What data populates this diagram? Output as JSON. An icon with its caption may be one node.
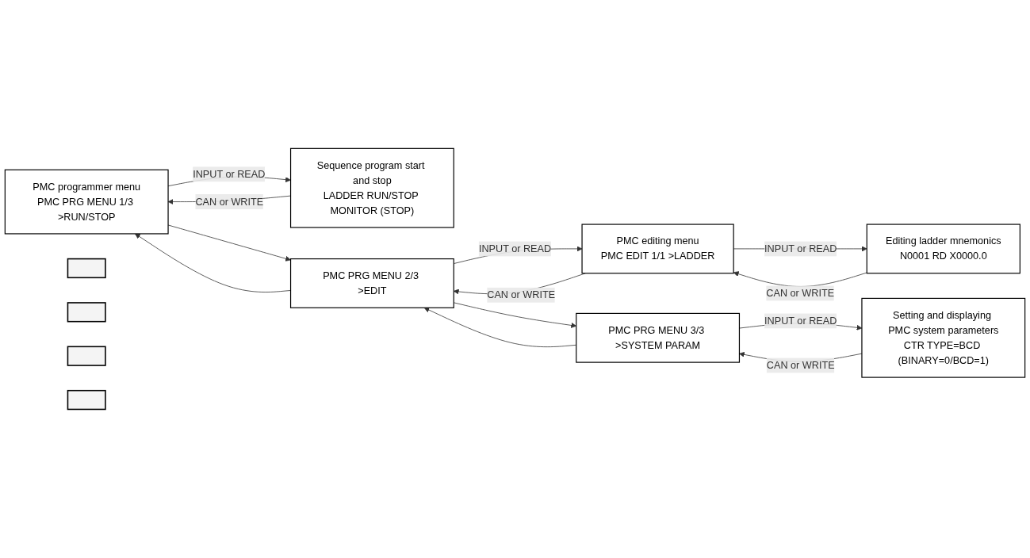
{
  "diagram": {
    "nodes": [
      {
        "text": [
          "PMC programmer menu",
          "PMC PRG MENU 1/3 >RUN/STOP"
        ]
      },
      {
        "text": [
          "Sequence program start and stop",
          "LADDER RUN/STOP MONITOR (STOP)"
        ]
      },
      {
        "text": [
          "PMC PRG MENU 2/3 >EDIT"
        ]
      },
      {
        "text": [
          "PMC editing menu",
          "PMC EDIT 1/1 >LADDER"
        ]
      },
      {
        "text": [
          "Editing ladder mnemonics",
          "N0001 RD X0000.0"
        ]
      },
      {
        "text": [
          "PMC PRG MENU 3/3 >SYSTEM PARAM"
        ]
      },
      {
        "text": [
          "Setting and displaying PMC system parameters",
          "CTR TYPE=BCD (BINARY=0/BCD=1)"
        ]
      },
      {
        "text": [],
        "shape": "box"
      },
      {
        "text": [],
        "shape": "box"
      },
      {
        "text": [],
        "shape": "box"
      },
      {
        "text": [],
        "shape": "box"
      }
    ],
    "edges": [
      {
        "from": 0,
        "to": 1,
        "arrow": "to",
        "label": "INPUT or READ"
      },
      {
        "from": 1,
        "to": 0,
        "arrow": "to",
        "label": "CAN or WRITE"
      },
      {
        "from": 2,
        "to": 0,
        "arrow": "to"
      },
      {
        "from": 0,
        "to": 2,
        "arrow": "to"
      },
      {
        "from": 2,
        "to": 3,
        "arrow": "to",
        "label": "INPUT or READ"
      },
      {
        "from": 3,
        "to": 2,
        "arrow": "to",
        "label": "CAN or WRITE"
      },
      {
        "from": 3,
        "to": 4,
        "arrow": "to",
        "label": "INPUT or READ"
      },
      {
        "from": 4,
        "to": 3,
        "arrow": "to",
        "label": "CAN or WRITE"
      },
      {
        "from": 5,
        "to": 2,
        "arrow": "to"
      },
      {
        "from": 2,
        "to": 5,
        "arrow": "to"
      },
      {
        "from": 5,
        "to": 6,
        "arrow": "to",
        "label": "INPUT or READ"
      },
      {
        "from": 6,
        "to": 5,
        "arrow": "to",
        "label": "CAN or WRITE"
      }
    ]
  }
}
